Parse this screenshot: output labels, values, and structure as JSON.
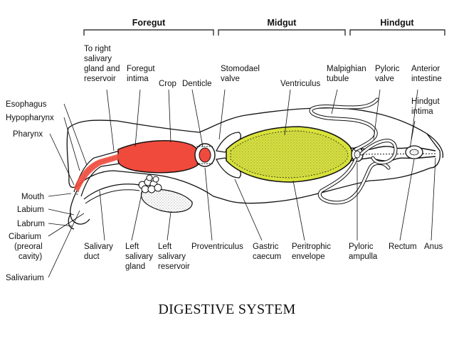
{
  "caption": "DIGESTIVE SYSTEM",
  "colors": {
    "crop_fill": "#ef4a3c",
    "ventriculus_fill": "#d8e23a",
    "outline": "#111111",
    "background": "#ffffff"
  },
  "regions": {
    "foregut": "Foregut",
    "midgut": "Midgut",
    "hindgut": "Hindgut"
  },
  "labels": {
    "salivary_line1": "To right",
    "salivary_line2": "salivary",
    "salivary_line3": "gland and",
    "salivary_line4": "reservoir",
    "foregut_intima_1": "Foregut",
    "foregut_intima_2": "intima",
    "crop": "Crop",
    "denticle": "Denticle",
    "stomodael_1": "Stomodael",
    "stomodael_2": "valve",
    "ventriculus": "Ventriculus",
    "malpighian_1": "Malpighian",
    "malpighian_2": "tubule",
    "pyloric_valve_1": "Pyloric",
    "pyloric_valve_2": "valve",
    "anterior_1": "Anterior",
    "anterior_2": "intestine",
    "hindgut_intima_1": "Hindgut",
    "hindgut_intima_2": "intima",
    "esophagus": "Esophagus",
    "hypopharynx": "Hypopharynx",
    "pharynx": "Pharynx",
    "mouth": "Mouth",
    "labium": "Labium",
    "labrum": "Labrum",
    "cibarium_1": "Cibarium",
    "cibarium_2": "(preoral",
    "cibarium_3": "cavity)",
    "salivarium": "Salivarium",
    "salivary_duct_1": "Salivary",
    "salivary_duct_2": "duct",
    "left_gland_1": "Left",
    "left_gland_2": "salivary",
    "left_gland_3": "gland",
    "left_reservoir_1": "Left",
    "left_reservoir_2": "salivary",
    "left_reservoir_3": "reservoir",
    "proventriculus": "Proventriculus",
    "gastric_1": "Gastric",
    "gastric_2": "caecum",
    "peritrophic_1": "Peritrophic",
    "peritrophic_2": "envelope",
    "pyloric_ampulla_1": "Pyloric",
    "pyloric_ampulla_2": "ampulla",
    "rectum": "Rectum",
    "anus": "Anus"
  }
}
